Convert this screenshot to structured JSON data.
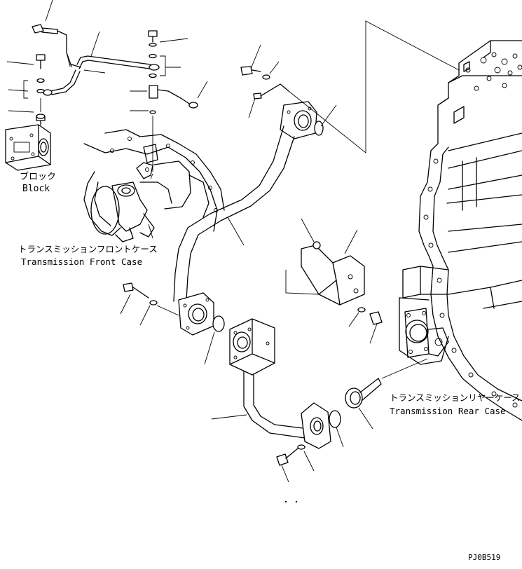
{
  "labels": {
    "block_jp": "ブロック",
    "block_en": "Block",
    "front_case_jp": "トランスミッションフロントケース",
    "front_case_en": "Transmission Front Case",
    "rear_case_jp": "トランスミッションリヤーケース",
    "rear_case_en": "Transmission Rear Case"
  },
  "figure_code": "PJ0B519"
}
